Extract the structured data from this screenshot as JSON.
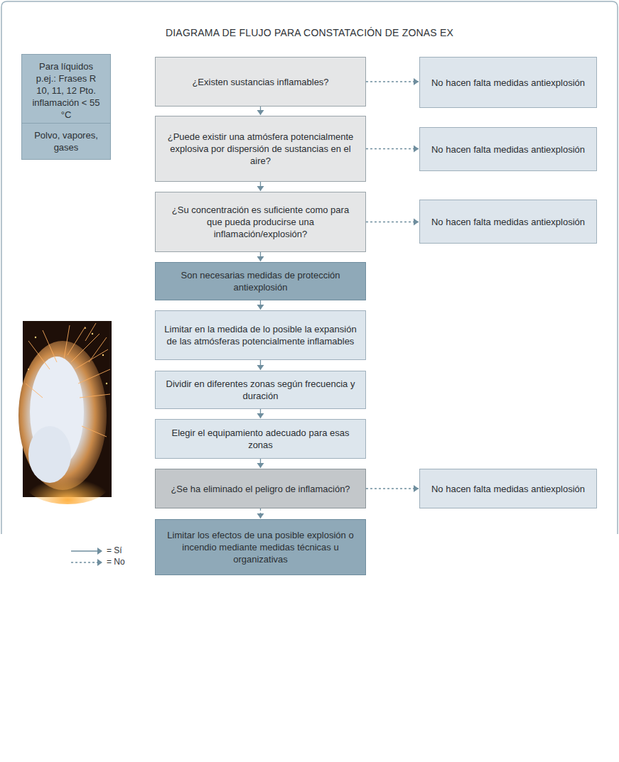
{
  "diagram": {
    "title": "DIAGRAMA DE FLUJO PARA CONSTATACIÓN DE ZONAS EX",
    "nodes": [
      {
        "text": [
          "Para líquidos p.ej.: Frases R 10, 11, 12 Pto. inflamación < 55 °C"
        ]
      },
      {
        "text": [
          "¿Existen sustancias inflamables?"
        ]
      },
      {
        "text": [
          "No hacen falta medidas antiexplosión"
        ]
      },
      {
        "text": [
          "Polvo, vapores, gases"
        ]
      },
      {
        "text": [
          "¿Puede existir una atmósfera potencialmente explosiva por dispersión de sustancias en el aire?"
        ]
      },
      {
        "text": [
          "No hacen falta medidas antiexplosión"
        ]
      },
      {
        "text": [
          "¿Su concentración es suficiente como para que pueda producirse una inflamación/explosión?"
        ]
      },
      {
        "text": [
          "No hacen falta medidas antiexplosión"
        ]
      },
      {
        "text": [
          "Son necesarias medidas de protección antiexplosión"
        ]
      },
      {
        "text": [
          "Limitar en la medida de lo posible la expansión de las atmósferas potencialmente inflamables"
        ]
      },
      {
        "text": [
          "Dividir en diferentes zonas según frecuencia y duración"
        ]
      },
      {
        "text": [
          "Elegir el equipamiento adecuado para esas zonas"
        ]
      },
      {
        "text": [
          "¿Se ha eliminado el peligro de inflamación?"
        ]
      },
      {
        "text": [
          "No hacen falta medidas antiexplosión"
        ]
      },
      {
        "text": [
          "Limitar los efectos de una posible explosión o incendio mediante medidas técnicas u organizativas"
        ]
      }
    ],
    "edges": [
      {
        "from": 1,
        "to": 2,
        "arrow": "to"
      },
      {
        "from": 1,
        "to": 4,
        "arrow": "to"
      },
      {
        "from": 4,
        "to": 5,
        "arrow": "to"
      },
      {
        "from": 4,
        "to": 6,
        "arrow": "to"
      },
      {
        "from": 6,
        "to": 7,
        "arrow": "to"
      },
      {
        "from": 6,
        "to": 8,
        "arrow": "to"
      },
      {
        "from": 8,
        "to": 9,
        "arrow": "to"
      },
      {
        "from": 9,
        "to": 10,
        "arrow": "to"
      },
      {
        "from": 10,
        "to": 11,
        "arrow": "to"
      },
      {
        "from": 11,
        "to": 12,
        "arrow": "to"
      },
      {
        "from": 12,
        "to": 13,
        "arrow": "to"
      },
      {
        "from": 12,
        "to": 14,
        "arrow": "to"
      }
    ],
    "legend": [
      {
        "text": "= Sí"
      },
      {
        "text": "= No"
      }
    ]
  }
}
